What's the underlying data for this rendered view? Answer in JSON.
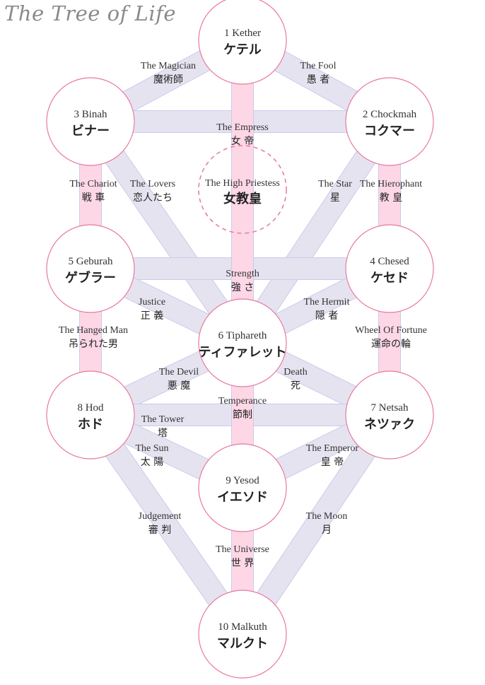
{
  "title": "The Tree of Life",
  "colors": {
    "circle_stroke": "#e8789c",
    "path_pink": "#fdd7e6",
    "path_lavender": "#e6e3f0",
    "path_edge": "#c9cbea",
    "text": "#333333"
  },
  "sephiroth": [
    {
      "id": "kether",
      "label": "1 Kether",
      "jp": "ケテル"
    },
    {
      "id": "chockmah",
      "label": "2 Chockmah",
      "jp": "コクマー"
    },
    {
      "id": "binah",
      "label": "3 Binah",
      "jp": "ビナー"
    },
    {
      "id": "chesed",
      "label": "4 Chesed",
      "jp": "ケセド"
    },
    {
      "id": "geburah",
      "label": "5 Geburah",
      "jp": "ゲブラー"
    },
    {
      "id": "tiphareth",
      "label": "6 Tiphareth",
      "jp": "ティファレット"
    },
    {
      "id": "netsah",
      "label": "7 Netsah",
      "jp": "ネツァク"
    },
    {
      "id": "hod",
      "label": "8 Hod",
      "jp": "ホド"
    },
    {
      "id": "yesod",
      "label": "9 Yesod",
      "jp": "イエソド"
    },
    {
      "id": "malkuth",
      "label": "10 Malkuth",
      "jp": "マルクト"
    }
  ],
  "paths": [
    {
      "from": "kether",
      "to": "binah",
      "card": "The Magician",
      "jp": "魔術師",
      "color": "lavender"
    },
    {
      "from": "kether",
      "to": "chockmah",
      "card": "The Fool",
      "jp": "愚 者",
      "color": "lavender"
    },
    {
      "from": "binah",
      "to": "chockmah",
      "card": "The Empress",
      "jp": "女 帝",
      "color": "lavender"
    },
    {
      "from": "kether",
      "to": "tiphareth",
      "card": "The High Priestess",
      "jp": "女教皇",
      "color": "pink"
    },
    {
      "from": "binah",
      "to": "geburah",
      "card": "The Chariot",
      "jp": "戦 車",
      "color": "pink"
    },
    {
      "from": "binah",
      "to": "tiphareth",
      "card": "The Lovers",
      "jp": "恋人たち",
      "color": "lavender"
    },
    {
      "from": "chockmah",
      "to": "tiphareth",
      "card": "The Star",
      "jp": "星",
      "color": "lavender"
    },
    {
      "from": "chockmah",
      "to": "chesed",
      "card": "The Hierophant",
      "jp": "教 皇",
      "color": "pink"
    },
    {
      "from": "geburah",
      "to": "chesed",
      "card": "Strength",
      "jp": "強 さ",
      "color": "lavender"
    },
    {
      "from": "geburah",
      "to": "tiphareth",
      "card": "Justice",
      "jp": "正 義",
      "color": "lavender"
    },
    {
      "from": "chesed",
      "to": "tiphareth",
      "card": "The Hermit",
      "jp": "隠 者",
      "color": "lavender"
    },
    {
      "from": "geburah",
      "to": "hod",
      "card": "The Hanged Man",
      "jp": "吊られた男",
      "color": "pink"
    },
    {
      "from": "chesed",
      "to": "netsah",
      "card": "Wheel Of Fortune",
      "jp": "運命の輪",
      "color": "pink"
    },
    {
      "from": "tiphareth",
      "to": "hod",
      "card": "The Devil",
      "jp": "悪 魔",
      "color": "lavender"
    },
    {
      "from": "tiphareth",
      "to": "netsah",
      "card": "Death",
      "jp": "死",
      "color": "lavender"
    },
    {
      "from": "tiphareth",
      "to": "yesod",
      "card": "Temperance",
      "jp": "節制",
      "color": "pink"
    },
    {
      "from": "hod",
      "to": "netsah",
      "card": "The Tower",
      "jp": "塔",
      "color": "lavender"
    },
    {
      "from": "hod",
      "to": "yesod",
      "card": "The Sun",
      "jp": "太 陽",
      "color": "lavender"
    },
    {
      "from": "netsah",
      "to": "yesod",
      "card": "The Emperor",
      "jp": "皇 帝",
      "color": "lavender"
    },
    {
      "from": "hod",
      "to": "malkuth",
      "card": "Judgement",
      "jp": "審 判",
      "color": "lavender"
    },
    {
      "from": "netsah",
      "to": "malkuth",
      "card": "The Moon",
      "jp": "月",
      "color": "lavender"
    },
    {
      "from": "yesod",
      "to": "malkuth",
      "card": "The Universe",
      "jp": "世 界",
      "color": "pink"
    }
  ]
}
